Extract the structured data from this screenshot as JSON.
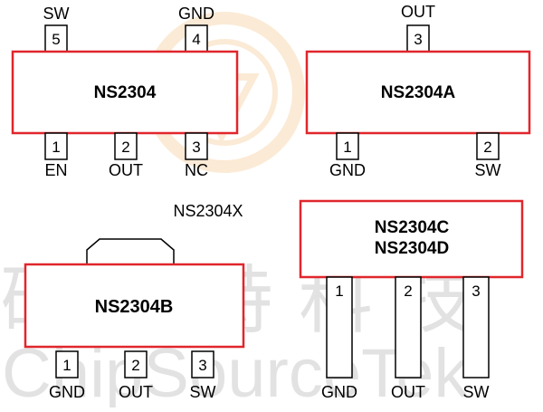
{
  "watermark": {
    "chinese": "矽源特科技",
    "english": "ChipSourceTek"
  },
  "caption": "NS2304X",
  "packages": [
    {
      "name": "NS2304",
      "pins": [
        {
          "num": "5",
          "label": "SW"
        },
        {
          "num": "4",
          "label": "GND"
        },
        {
          "num": "1",
          "label": "EN"
        },
        {
          "num": "2",
          "label": "OUT"
        },
        {
          "num": "3",
          "label": "NC"
        }
      ]
    },
    {
      "name": "NS2304A",
      "pins": [
        {
          "num": "3",
          "label": "OUT"
        },
        {
          "num": "1",
          "label": "GND"
        },
        {
          "num": "2",
          "label": "SW"
        }
      ]
    },
    {
      "name": "NS2304B",
      "pins": [
        {
          "num": "1",
          "label": "GND"
        },
        {
          "num": "2",
          "label": "OUT"
        },
        {
          "num": "3",
          "label": "SW"
        }
      ]
    },
    {
      "name_line1": "NS2304C",
      "name_line2": "NS2304D",
      "pins": [
        {
          "num": "1",
          "label": "GND"
        },
        {
          "num": "2",
          "label": "OUT"
        },
        {
          "num": "3",
          "label": "SW"
        }
      ]
    }
  ],
  "colors": {
    "body_border": "#e0262c",
    "pin_stroke": "#000000",
    "text": "#000000",
    "watermark": "#bfbfbf",
    "logo": "#f5c58a"
  }
}
